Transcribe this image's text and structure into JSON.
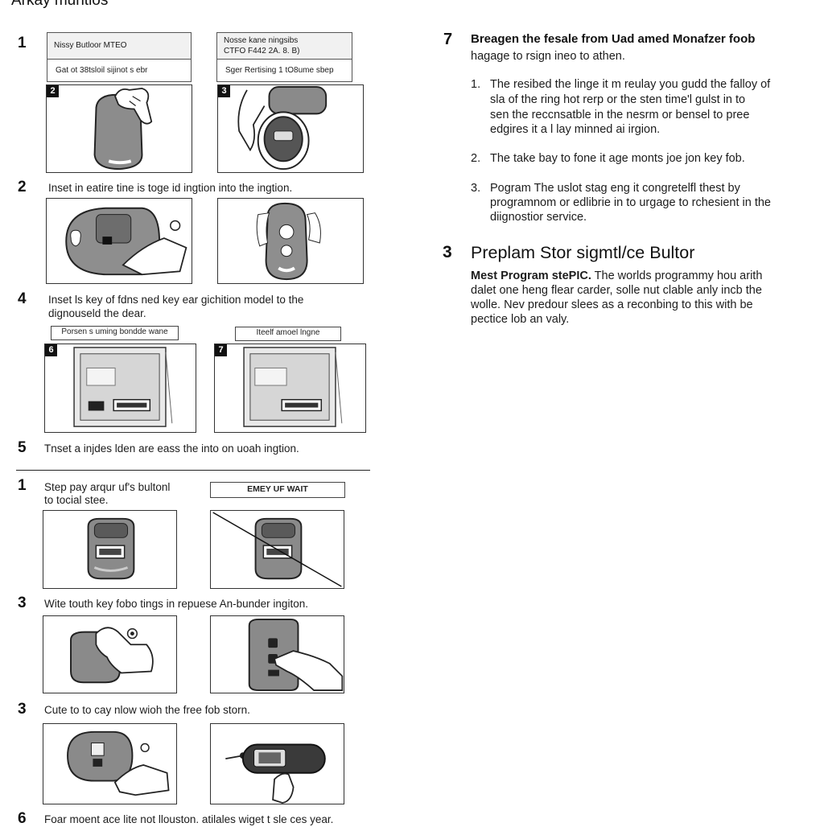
{
  "title": "Arkay muntios",
  "left": {
    "header_box_a": {
      "top": "Nissy Butloor  MTEO",
      "bottom": "Gat ot 38tsloil sijinot s ebr"
    },
    "header_box_b": {
      "top_line1": "Nosse kane ningsibs",
      "top_line2": "CTFO  F442 2A. 8. B)",
      "bottom": "Sger Rertising 1 tO8ume sbep"
    },
    "steps": [
      {
        "num": "1",
        "text": ""
      },
      {
        "num": "2",
        "text": "Inset in eatire tine is toge id ingtion into the ingtion."
      },
      {
        "num": "4",
        "text": "Inset ls key of fdns ned key ear gichition model to the",
        "text2": "dignouseld the dear."
      },
      {
        "num": "5",
        "text": "Tnset a injdes lden are eass the into on uoah ingtion."
      },
      {
        "num": "1",
        "text": "Step pay arqur uf's bultonl",
        "text2": "to tocial stee."
      },
      {
        "num": "3",
        "text": "Wite touth key fobo tings in repuese An-bunder ingiton."
      },
      {
        "num": "3",
        "text": "Cute to to cay nlow wioh the free fob storn."
      },
      {
        "num": "6",
        "text": "Foar moent ace lite not llouston. atilales wiget t sle ces year."
      }
    ],
    "badges": [
      "2",
      "3",
      "6",
      "7"
    ],
    "labels": {
      "box6": "Porsen s uming bondde wane",
      "box7": "Iteelf amoel lngne",
      "wait": "EMEY UF WAIT"
    }
  },
  "right": {
    "sec7": {
      "num": "7",
      "heading": "Breagen the fesale from Uad amed Monafzer foob",
      "sub": "hagage to rsign ineo to athen."
    },
    "items": [
      {
        "n": "1.",
        "lines": [
          "The resibed the linge it m reulay you gudd the falloy of",
          "sla of the ring hot rerp or the sten time'l gulst in to",
          "sen the reccnsatble in the nesrm or bensel to pree",
          "edgires it a l lay minned ai irgion."
        ]
      },
      {
        "n": "2.",
        "lines": [
          "The take bay to fone it age monts joe jon key fob."
        ]
      },
      {
        "n": "3.",
        "lines": [
          "Pogram  The uslot stag eng it congretelfl  thest by",
          "programnom or edlibrie in to urgage to rchesient in the",
          "diignostior service."
        ]
      }
    ],
    "sec3": {
      "num": "3",
      "heading": "Preplam Stor sigmtl/ce Bultor",
      "lead_bold": "Mest Program stePIC.",
      "lines": [
        " The worlds programmy hou arith",
        "dalet one heng flear carder, solle nut clable anly incb the",
        "wolle. Nev predour slees as a reconbing to this with be",
        "pectice lob an valy."
      ]
    }
  }
}
